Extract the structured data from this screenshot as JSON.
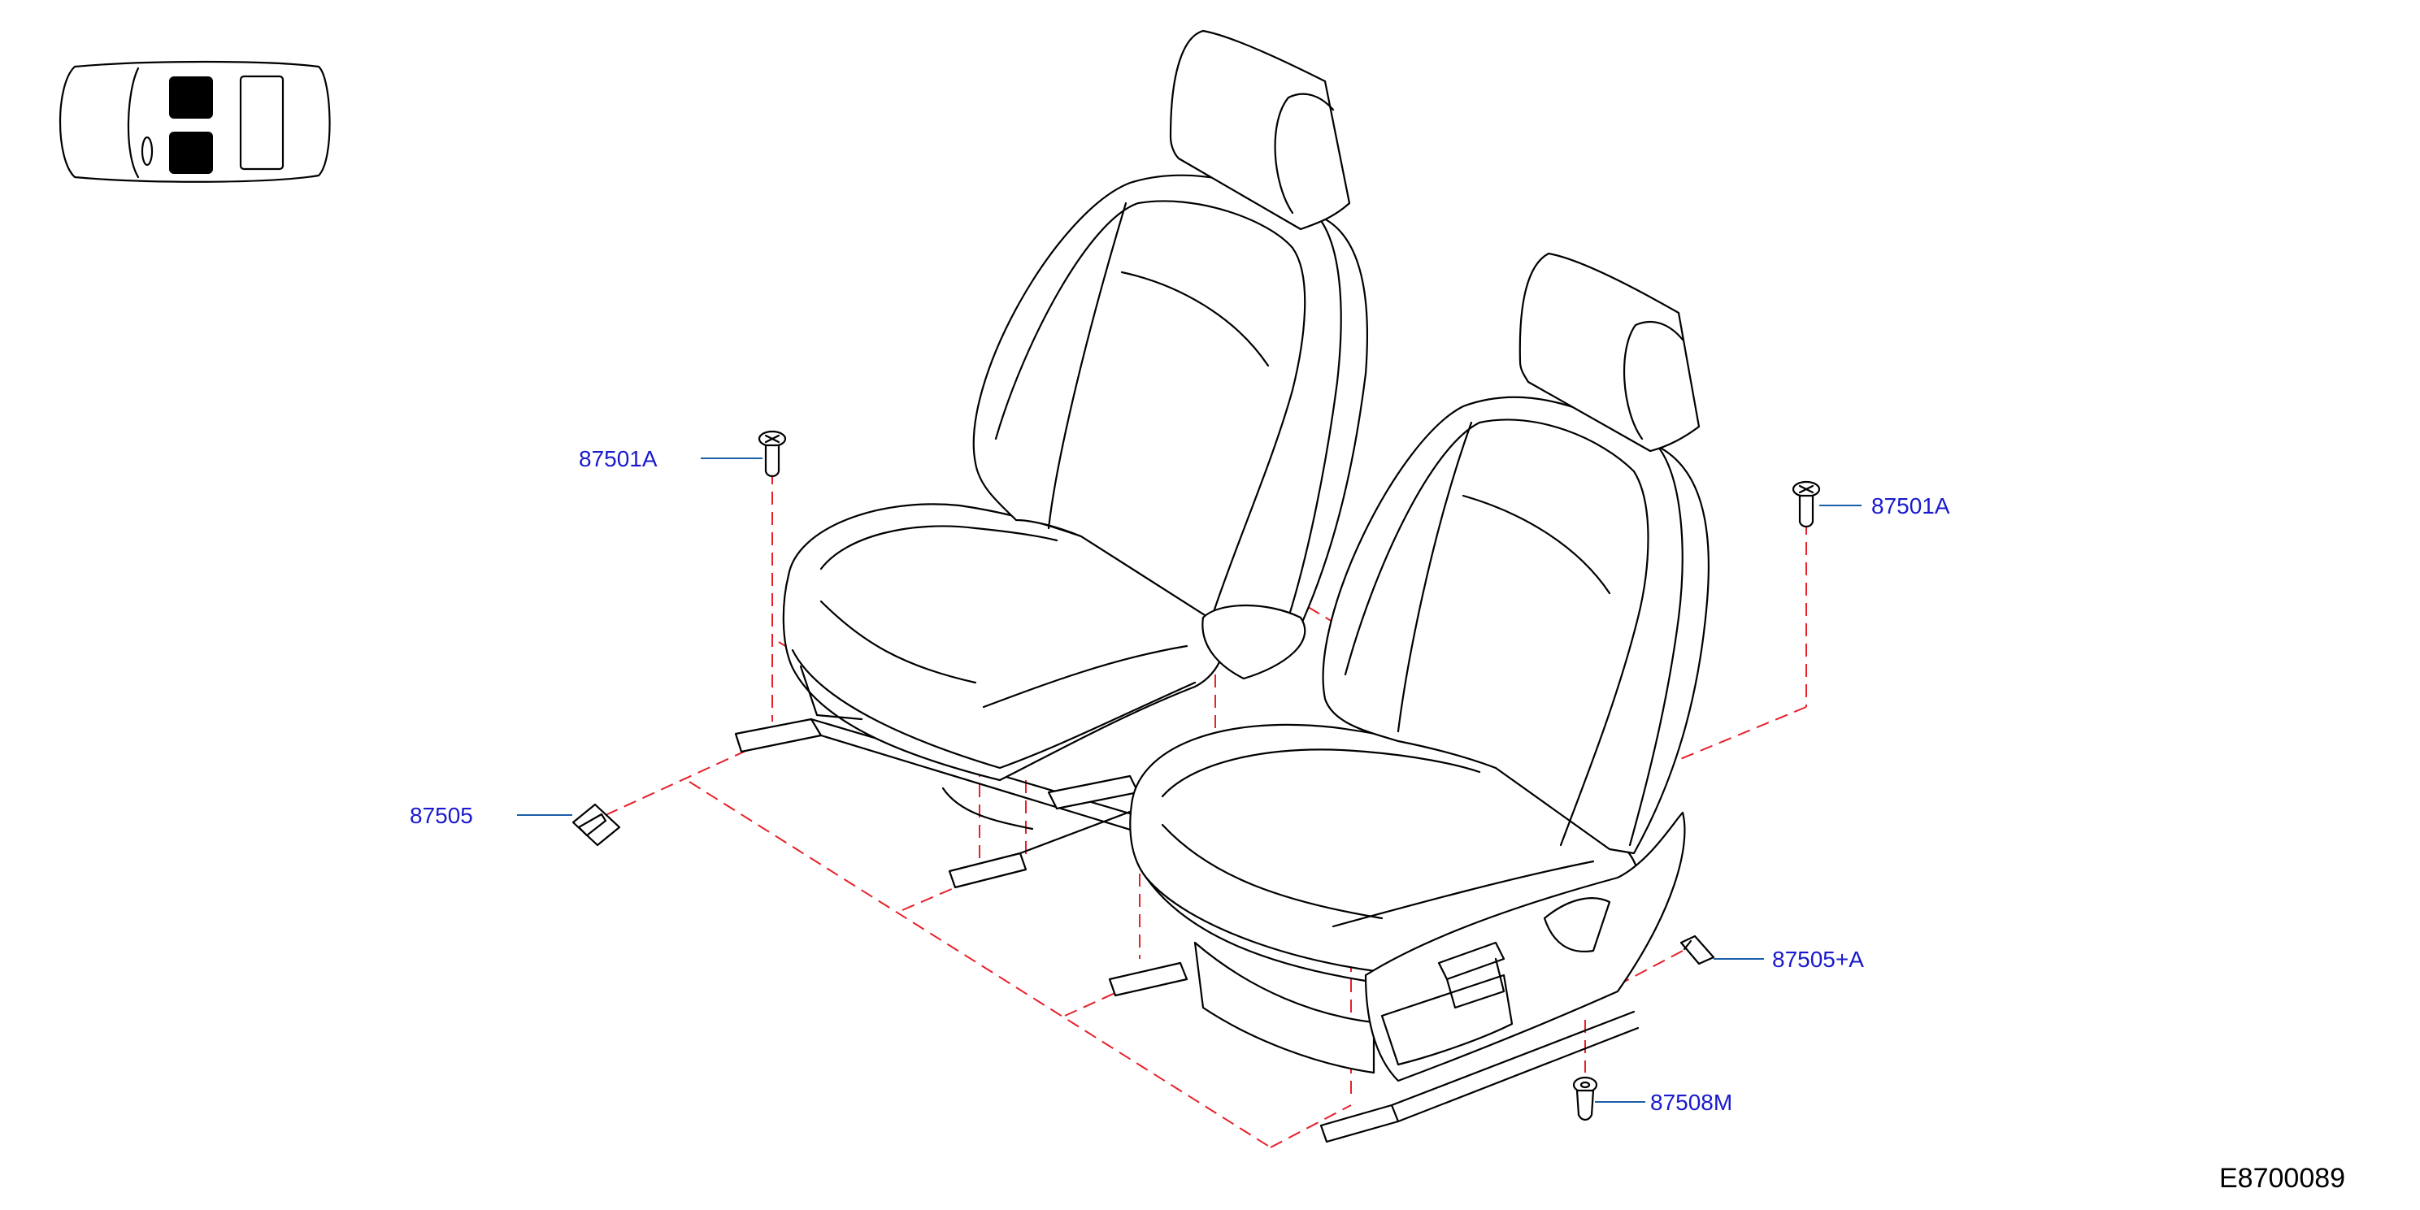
{
  "diagram": {
    "title": "",
    "reference_code": "E8700089",
    "callouts": [
      {
        "id": "screw-left",
        "part_number": "87501A"
      },
      {
        "id": "screw-right",
        "part_number": "87501A"
      },
      {
        "id": "cover-left",
        "part_number": "87505"
      },
      {
        "id": "cover-right",
        "part_number": "87505+A"
      },
      {
        "id": "clip",
        "part_number": "87508M"
      }
    ],
    "locator": {
      "highlighted_positions": [
        "front-left-seat",
        "front-right-seat"
      ]
    },
    "colors": {
      "callout_text": "#1a1acc",
      "leader_line": "#1a5fa8",
      "assembly_dash": "#e8202a",
      "outline": "#000000"
    }
  }
}
